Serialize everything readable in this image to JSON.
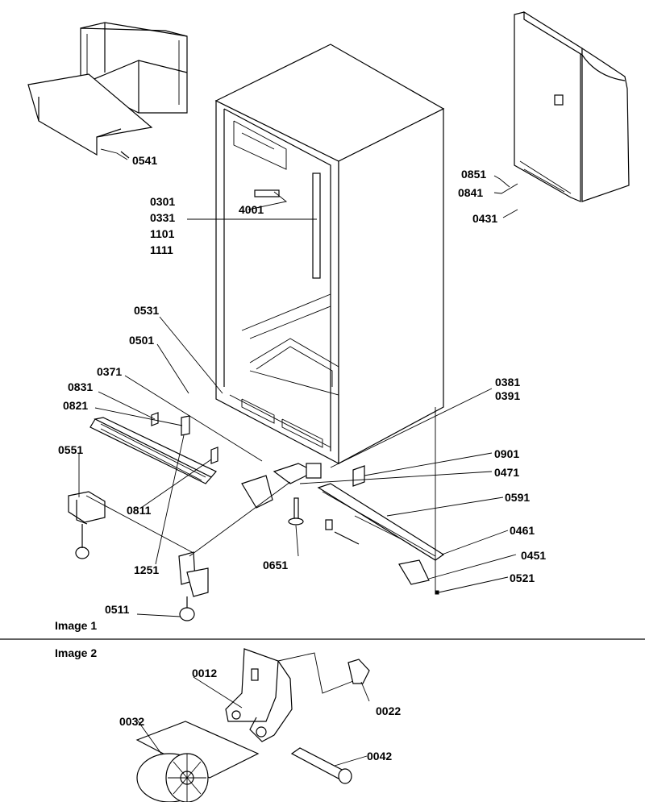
{
  "section_labels": {
    "image1": "Image 1",
    "image2": "Image 2"
  },
  "callouts": {
    "c0541": "0541",
    "c0301": "0301",
    "c0331": "0331",
    "c1101": "1101",
    "c1111": "1111",
    "c4001": "4001",
    "c0851": "0851",
    "c0841": "0841",
    "c0431": "0431",
    "c0531": "0531",
    "c0501": "0501",
    "c0371": "0371",
    "c0831": "0831",
    "c0821": "0821",
    "c0551": "0551",
    "c0811": "0811",
    "c1251": "1251",
    "c0511": "0511",
    "c0651": "0651",
    "c0381": "0381",
    "c0391": "0391",
    "c0901": "0901",
    "c0471": "0471",
    "c0591": "0591",
    "c0461": "0461",
    "c0451": "0451",
    "c0521": "0521",
    "c0012": "0012",
    "c0022": "0022",
    "c0032": "0032",
    "c0042": "0042"
  }
}
